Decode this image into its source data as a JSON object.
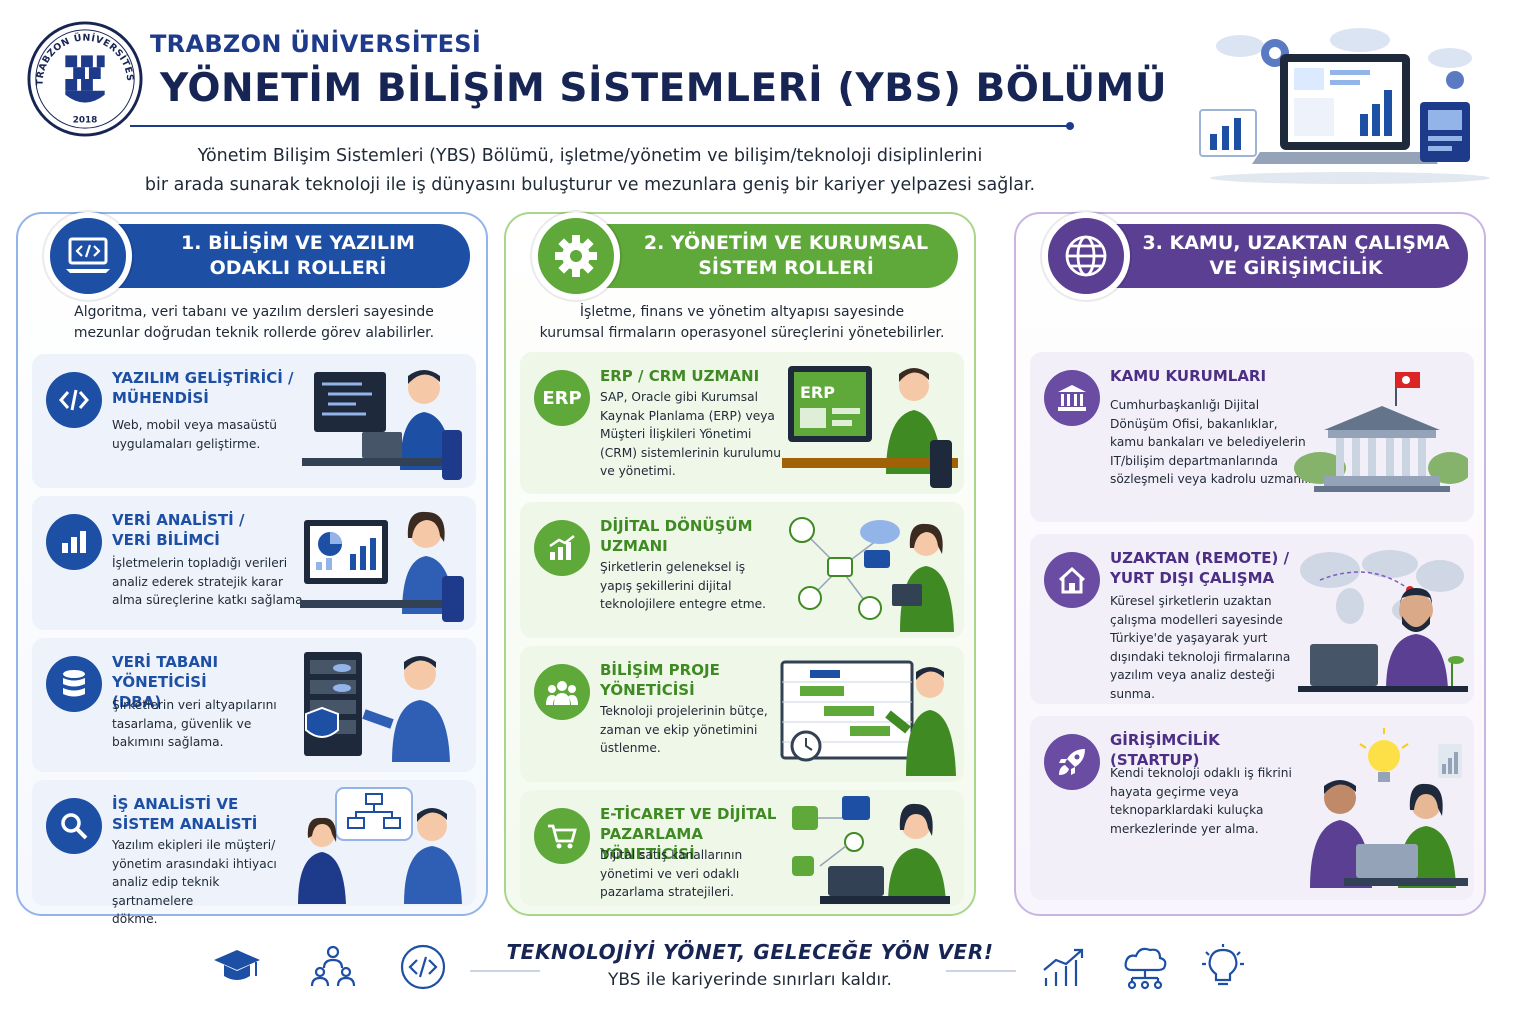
{
  "header": {
    "university": "TRABZON ÜNİVERSİTESİ",
    "department": "YÖNETİM BİLİŞİM SİSTEMLERİ (YBS) BÖLÜMÜ",
    "logo_text": "TRABZON ÜNİVERSİTESİ",
    "logo_year": "2018",
    "intro_line1": "Yönetim Bilişim Sistemleri (YBS) Bölümü, işletme/yönetim ve bilişim/teknoloji disiplinlerini",
    "intro_line2": "bir arada sunarak teknoloji ile iş dünyasını buluşturur ve mezunlara geniş bir kariyer yelpazesi sağlar."
  },
  "columns": [
    {
      "title": "1. BİLİŞİM VE YAZILIM\nODAKLI ROLLERİ",
      "icon": "laptop-code-icon",
      "color": "#1d4fa5",
      "description": "Algoritma, veri tabanı ve yazılım dersleri sayesinde\nmezunlar doğrudan teknik rollerde görev alabilirler.",
      "roles": [
        {
          "title": "YAZILIM GELİŞTİRİCİ /\nMÜHENDİSİ",
          "icon": "code-icon",
          "description": "Web, mobil veya masaüstü\nuygulamaları geliştirme."
        },
        {
          "title": "VERİ ANALİSTİ /\nVERİ BİLİMCİ",
          "icon": "bar-chart-icon",
          "description": "İşletmelerin topladığı verileri\nanaliz ederek stratejik karar\nalma süreçlerine katkı sağlama."
        },
        {
          "title": "VERİ TABANI YÖNETİCİSİ\n(DBA)",
          "icon": "database-icon",
          "description": "Şirketlerin veri altyapılarını\ntasarlama, güvenlik ve\nbakımını sağlama."
        },
        {
          "title": "İŞ  ANALİSTİ VE\nSİSTEM ANALİSTİ",
          "icon": "magnifier-icon",
          "description": "Yazılım ekipleri ile müşteri/\nyönetim arasındaki ihtiyacı\nanaliz edip teknik şartnamelere\ndökme."
        }
      ]
    },
    {
      "title": "2. YÖNETİM VE KURUMSAL\nSİSTEM ROLLERİ",
      "icon": "gear-icon",
      "color": "#5fa83a",
      "description": "İşletme, finans ve yönetim altyapısı sayesinde\nkurumsal firmaların operasyonel süreçlerini yönetebilirler.",
      "roles": [
        {
          "title": "ERP / CRM UZMANI",
          "icon": "erp-icon",
          "icon_text": "ERP",
          "description": "SAP, Oracle gibi Kurumsal\nKaynak Planlama (ERP) veya\nMüşteri İlişkileri Yönetimi\n(CRM) sistemlerinin kurulumu\nve yönetimi."
        },
        {
          "title": "DİJİTAL DÖNÜŞÜM\nUZMANI",
          "icon": "growth-chart-icon",
          "description": "Şirketlerin geleneksel iş\nyapış şekillerini dijital\nteknolojilere entegre etme."
        },
        {
          "title": "BİLİŞİM PROJE\nYÖNETİCİSİ",
          "icon": "team-icon",
          "description": "Teknoloji projelerinin bütçe,\nzaman ve ekip yönetimini\nüstlenme."
        },
        {
          "title": "E-TİCARET VE DİJİTAL\nPAZARLAMA YÖNETİCİSİ",
          "icon": "cart-icon",
          "description": "Dijital satış kanallarının\nyönetimi ve veri odaklı\npazarlama stratejileri."
        }
      ]
    },
    {
      "title": "3. KAMU, UZAKTAN ÇALIŞMA\nVE GİRİŞİMCİLİK",
      "icon": "globe-icon",
      "color": "#5b3f93",
      "description": "",
      "roles": [
        {
          "title": "KAMU KURUMLARI",
          "icon": "institution-icon",
          "description": "Cumhurbaşkanlığı Dijital\nDönüşüm Ofisi, bakanlıklar,\nkamu bankaları ve belediyelerin\nIT/bilişim departmanlarında\nsözleşmeli veya kadrolu uzmanlık."
        },
        {
          "title": "UZAKTAN (REMOTE) /\nYURT DIŞI ÇALIŞMA",
          "icon": "home-icon",
          "description": "Küresel şirketlerin uzaktan\nçalışma modelleri sayesinde\nTürkiye'de yaşayarak yurt\ndışındaki teknoloji firmalarına\nyazılım veya analiz desteği sunma."
        },
        {
          "title": "GİRİŞİMCİLİK (STARTUP)",
          "icon": "rocket-icon",
          "description": "Kendi teknoloji odaklı iş fikrini\nhayata geçirme veya\nteknoparklardaki kuluçka\nmerkezlerinde yer alma."
        }
      ]
    }
  ],
  "footer": {
    "slogan": "TEKNOLOJİYİ YÖNET, GELECEĞE YÖN VER!",
    "subtitle": "YBS ile kariyerinde sınırları kaldır.",
    "icons": [
      "graduation-cap-icon",
      "network-people-icon",
      "code-icon",
      "growth-chart-icon",
      "cloud-network-icon",
      "lightbulb-icon"
    ]
  },
  "colors": {
    "navy": "#172554",
    "blue": "#1d4fa5",
    "green": "#5fa83a",
    "purple": "#5b3f93"
  }
}
